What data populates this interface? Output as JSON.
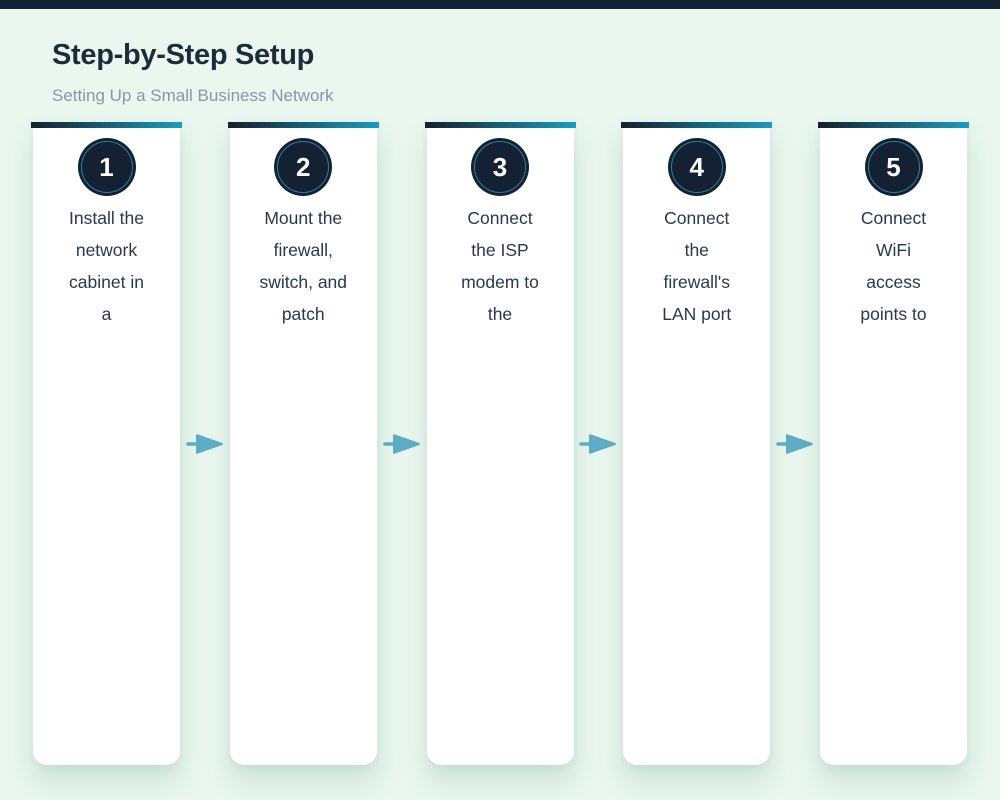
{
  "header": {
    "title": "Step-by-Step Setup",
    "subtitle": "Setting Up a Small Business Network"
  },
  "steps": [
    {
      "number": "1",
      "text": "Install the network cabinet in a",
      "lines": [
        "Install the",
        "network",
        "cabinet in",
        "a"
      ]
    },
    {
      "number": "2",
      "text": "Mount the firewall, switch, and patch",
      "lines": [
        "Mount the",
        "firewall,",
        "switch, and",
        "patch"
      ]
    },
    {
      "number": "3",
      "text": "Connect the ISP modem to the",
      "lines": [
        "Connect",
        "the ISP",
        "modem to",
        "the"
      ]
    },
    {
      "number": "4",
      "text": "Connect the firewall's LAN port",
      "lines": [
        "Connect",
        "the",
        "firewall's",
        "LAN port"
      ]
    },
    {
      "number": "5",
      "text": "Connect WiFi access points to",
      "lines": [
        "Connect",
        "WiFi",
        "access",
        "points to"
      ]
    }
  ],
  "icons": {
    "step_connector": "right-arrow-icon"
  },
  "colors": {
    "background": "#e9f7ef",
    "top_bar": "#14202f",
    "accent_gradient_start": "#15202e",
    "accent_gradient_end": "#1a9cc1",
    "badge_fill": "#142133",
    "badge_ring": "#2e7d9a",
    "title_text": "#1d2b3a",
    "subtitle_text": "#8b95a5",
    "step_text": "#293850",
    "arrow": "#5fadc6",
    "card_background": "#ffffff"
  }
}
